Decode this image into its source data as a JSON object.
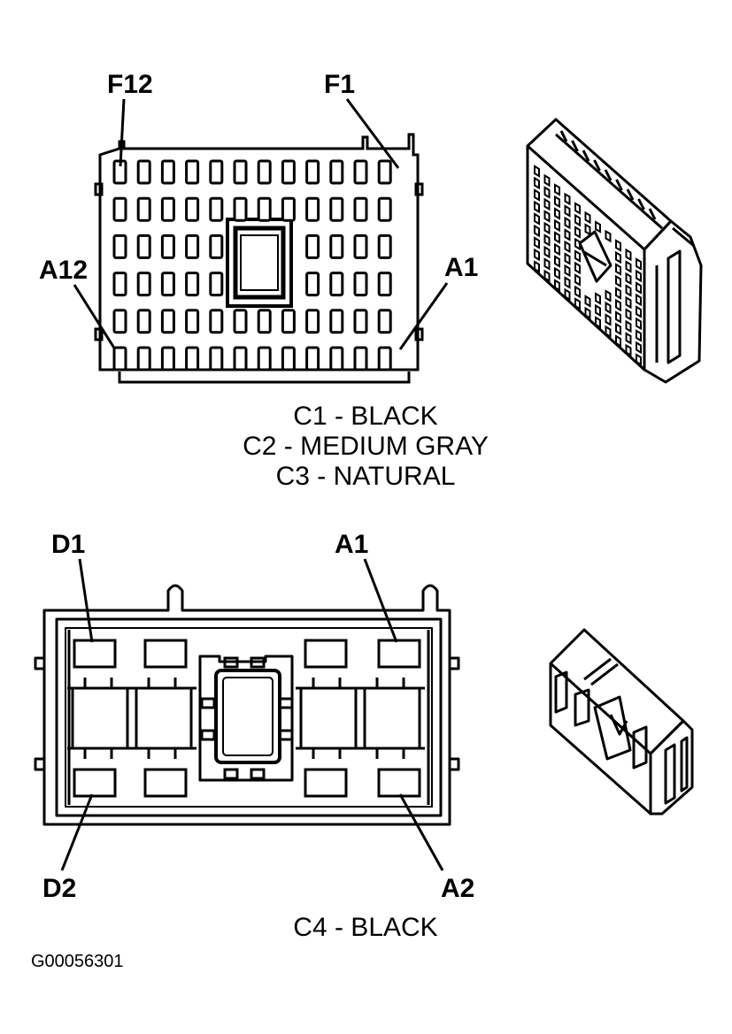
{
  "connector_top": {
    "pin_labels": {
      "top_left": "F12",
      "top_right": "F1",
      "bottom_left": "A12",
      "bottom_right": "A1"
    },
    "captions": [
      "C1 - BLACK",
      "C2 - MEDIUM GRAY",
      "C3 - NATURAL"
    ]
  },
  "connector_bottom": {
    "pin_labels": {
      "top_left": "D1",
      "top_right": "A1",
      "bottom_left": "D2",
      "bottom_right": "A2"
    },
    "caption": "C4 - BLACK"
  },
  "figure_id": "G00056301"
}
